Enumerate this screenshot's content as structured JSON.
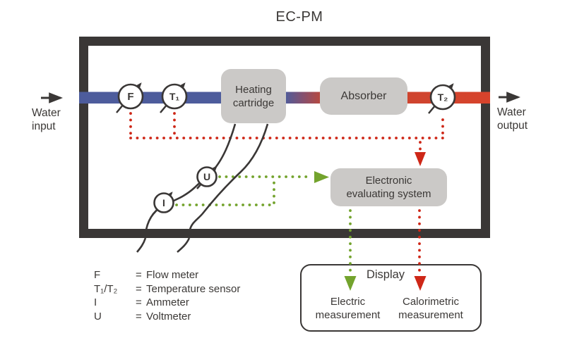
{
  "title": "EC-PM",
  "flow_labels": {
    "water_input_l1": "Water",
    "water_input_l2": "input",
    "water_output_l1": "Water",
    "water_output_l2": "output"
  },
  "gauges": {
    "flow_meter": "F",
    "temp_sensor_in": "T₁",
    "temp_sensor_out": "T₂",
    "voltmeter": "U",
    "ammeter": "I"
  },
  "boxes": {
    "heating_cartridge": "Heating cartridge",
    "absorber": "Absorber",
    "electronic_system": "Electronic evaluating system",
    "display_title": "Display",
    "electric_measurement": "Electric measurement",
    "calorimetric_measurement": "Calorimetric measurement"
  },
  "legend": {
    "eq": "=",
    "rows": [
      {
        "sym": "F",
        "name": "Flow meter"
      },
      {
        "sym": "T₁/T₂",
        "name": "Temperature sensor"
      },
      {
        "sym": "I",
        "name": "Ammeter"
      },
      {
        "sym": "U",
        "name": "Voltmeter"
      }
    ]
  },
  "colors": {
    "pipe_cold_blue": "#4d5c9c",
    "pipe_hot_red": "#d7432c",
    "signal_red": "#ce2717",
    "signal_green": "#73a32d",
    "wall_gray": "#3a3736",
    "box_gray": "#cbc9c7"
  }
}
